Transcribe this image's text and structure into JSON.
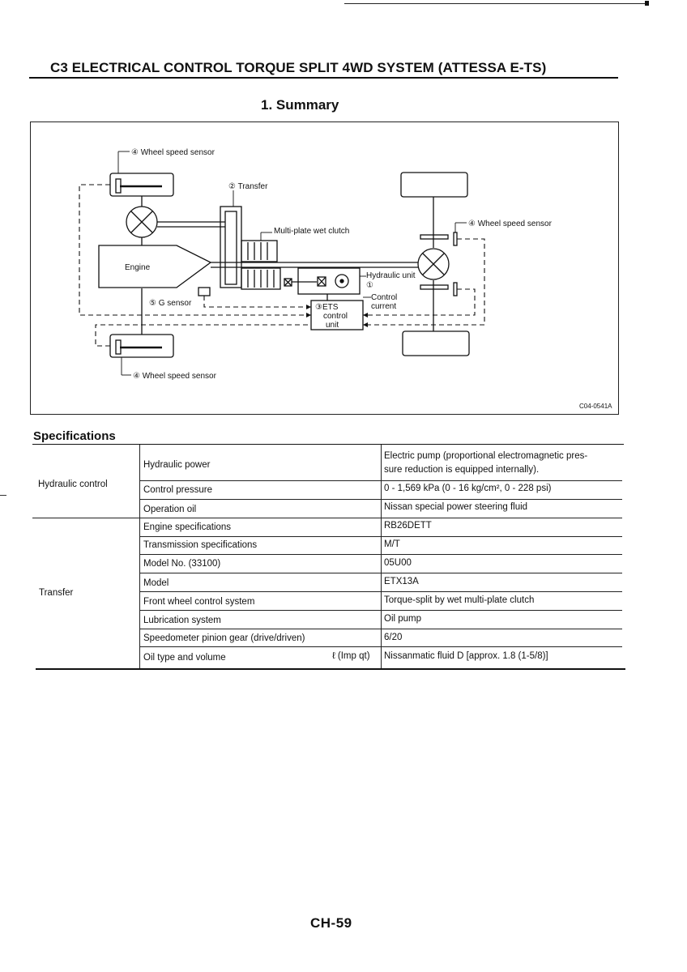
{
  "chapter": {
    "title": "C3 ELECTRICAL CONTROL TORQUE SPLIT 4WD SYSTEM (ATTESSA E-TS)"
  },
  "section": {
    "title": "1. Summary"
  },
  "diagram": {
    "labels": {
      "wheel_sensor_top": "④ Wheel speed sensor",
      "transfer": "② Transfer",
      "wheel_sensor_right": "④ Wheel speed sensor",
      "clutch": "Multi-plate wet clutch",
      "engine": "Engine",
      "hydraulic_unit": "Hydraulic unit",
      "hydraulic_unit_num": "①",
      "control": "Control",
      "current": "current",
      "g_sensor": "⑤ G sensor",
      "ets_1": "③ETS",
      "ets_2": "control",
      "ets_3": "unit",
      "wheel_sensor_bottom": "④ Wheel speed sensor",
      "figure_code": "C04-0541A"
    }
  },
  "specs": {
    "title": "Specifications",
    "groups": {
      "hydraulic": "Hydraulic control",
      "transfer": "Transfer"
    },
    "rows": [
      {
        "item": "Hydraulic power",
        "value_line1": "Electric pump (proportional electromagnetic pres-",
        "value_line2": "sure reduction is equipped internally)."
      },
      {
        "item": "Control pressure",
        "value": "0 - 1,569 kPa (0 - 16 kg/cm², 0 - 228 psi)"
      },
      {
        "item": "Operation oil",
        "value": "Nissan special power steering fluid"
      },
      {
        "item": "Engine specifications",
        "value": "RB26DETT"
      },
      {
        "item": "Transmission specifications",
        "value": "M/T"
      },
      {
        "item": "Model No. (33100)",
        "value": "05U00"
      },
      {
        "item": "Model",
        "value": "ETX13A"
      },
      {
        "item": "Front wheel control system",
        "value": "Torque-split by wet multi-plate clutch"
      },
      {
        "item": "Lubrication system",
        "value": "Oil pump"
      },
      {
        "item": "Speedometer pinion gear (drive/driven)",
        "value": "6/20"
      },
      {
        "item": "Oil type and volume",
        "unit": "ℓ (Imp qt)",
        "value": "Nissanmatic fluid D [approx. 1.8 (1-5/8)]"
      }
    ]
  },
  "page": {
    "number": "CH-59"
  }
}
